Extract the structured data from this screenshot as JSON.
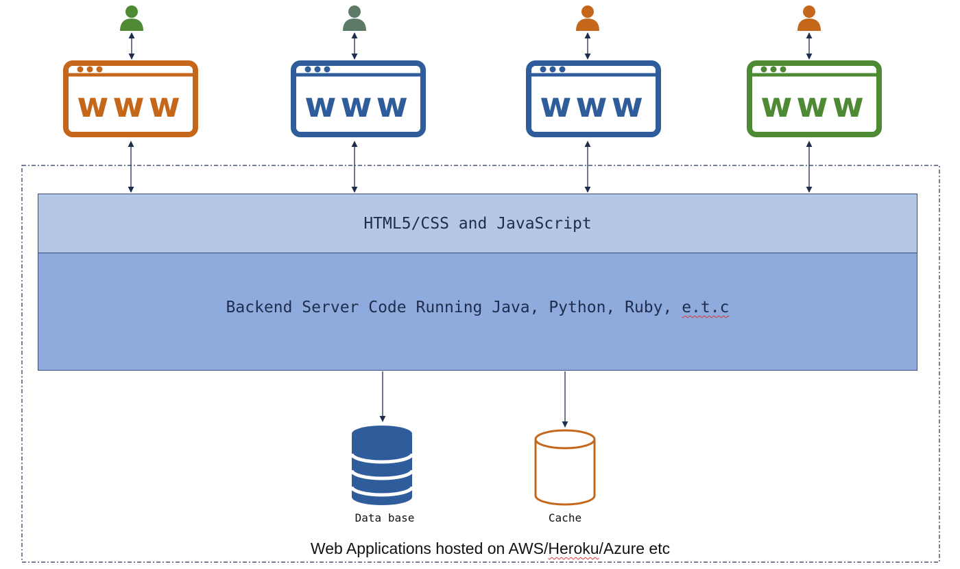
{
  "diagram": {
    "frontend_layer": "HTML5/CSS and JavaScript",
    "backend_layer": {
      "prefix": "Backend Server Code Running Java, Python, Ruby, ",
      "suffix": "e.t.c"
    },
    "database_label": "Data base",
    "cache_label": "Cache",
    "hosting_caption": {
      "prefix": "Web Applications hosted on AWS/",
      "flagged": "Heroku",
      "suffix": "/Azure etc"
    },
    "clients": [
      {
        "browser_glyph": "www",
        "browser_color": "#c5671b",
        "user_color": "#4e8a34"
      },
      {
        "browser_glyph": "www",
        "browser_color": "#2f5c9a",
        "user_color": "#5d7a66"
      },
      {
        "browser_glyph": "www",
        "browser_color": "#2f5c9a",
        "user_color": "#c5671b"
      },
      {
        "browser_glyph": "www",
        "browser_color": "#4e8a34",
        "user_color": "#c5671b"
      }
    ],
    "colors": {
      "frontend_fill": "#b4c7e7",
      "backend_fill": "#8faadc",
      "database": "#2f5c9a",
      "cache": "#c5671b",
      "connector": "#1f2d4d"
    }
  }
}
